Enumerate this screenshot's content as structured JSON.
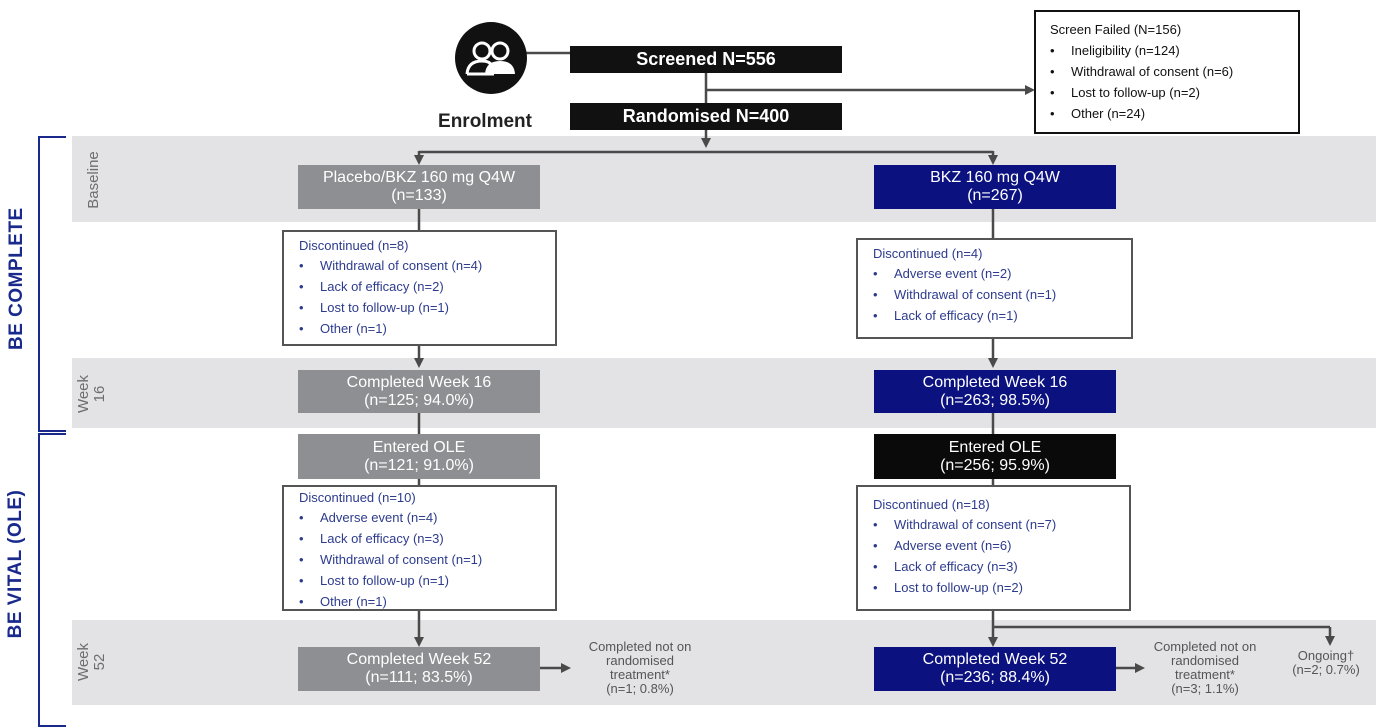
{
  "enrolment_label": "Enrolment",
  "screened": "Screened N=556",
  "randomised": "Randomised N=400",
  "screen_failed": {
    "title": "Screen Failed (N=156)",
    "items": [
      "Ineligibility (n=124)",
      "Withdrawal of consent (n=6)",
      "Lost to follow-up (n=2)",
      "Other (n=24)"
    ]
  },
  "sections": {
    "complete": "BE COMPLETE",
    "vital": "BE VITAL (OLE)"
  },
  "rows": {
    "baseline": "Baseline",
    "week16": "Week\n16",
    "week52": "Week\n52"
  },
  "placebo": {
    "arm_title": "Placebo/BKZ 160 mg Q4W",
    "arm_n": "(n=133)",
    "disc1": {
      "title": "Discontinued (n=8)",
      "items": [
        "Withdrawal of consent (n=4)",
        "Lack of efficacy (n=2)",
        "Lost to follow-up (n=1)",
        "Other (n=1)"
      ]
    },
    "week16_title": "Completed Week 16",
    "week16_n": "(n=125; 94.0%)",
    "ole_title": "Entered OLE",
    "ole_n": "(n=121; 91.0%)",
    "disc2": {
      "title": "Discontinued (n=10)",
      "items": [
        "Adverse event (n=4)",
        "Lack of efficacy (n=3)",
        "Withdrawal of consent (n=1)",
        "Lost to follow-up (n=1)",
        "Other (n=1)"
      ]
    },
    "week52_title": "Completed Week 52",
    "week52_n": "(n=111; 83.5%)",
    "not_on_treatment": {
      "l1": "Completed not on",
      "l2": "randomised",
      "l3": "treatment*",
      "l4": "(n=1; 0.8%)"
    }
  },
  "bkz": {
    "arm_title": "BKZ 160 mg Q4W",
    "arm_n": "(n=267)",
    "disc1": {
      "title": "Discontinued (n=4)",
      "items": [
        "Adverse event (n=2)",
        "Withdrawal of consent (n=1)",
        "Lack of efficacy (n=1)"
      ]
    },
    "week16_title": "Completed Week 16",
    "week16_n": "(n=263; 98.5%)",
    "ole_title": "Entered OLE",
    "ole_n": "(n=256; 95.9%)",
    "disc2": {
      "title": "Discontinued (n=18)",
      "items": [
        "Withdrawal of consent (n=7)",
        "Adverse event (n=6)",
        "Lack of efficacy (n=3)",
        "Lost to follow-up (n=2)"
      ]
    },
    "week52_title": "Completed Week 52",
    "week52_n": "(n=236; 88.4%)",
    "not_on_treatment": {
      "l1": "Completed not on",
      "l2": "randomised",
      "l3": "treatment*",
      "l4": "(n=3; 1.1%)"
    },
    "ongoing": {
      "l1": "Ongoing†",
      "l2": "(n=2; 0.7%)"
    }
  },
  "colors": {
    "navy": "#0b1280",
    "gray": "#8e8f92",
    "section_blue": "#1a2a8c"
  }
}
